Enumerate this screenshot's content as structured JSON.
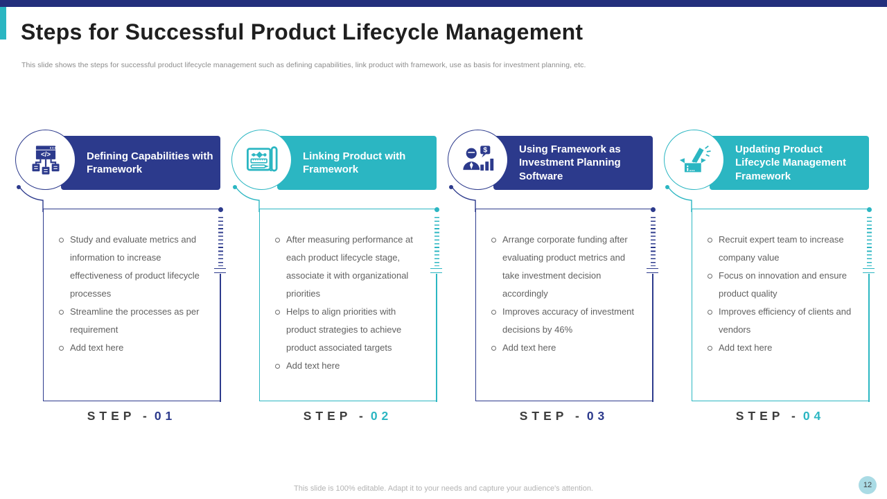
{
  "slide": {
    "title": "Steps for Successful Product Lifecycle Management",
    "subtitle": "This slide shows the steps for successful product lifecycle management such as defining capabilities, link product with framework, use as basis for investment planning, etc.",
    "footer": "This slide is 100% editable. Adapt it to your needs and capture your audience's attention.",
    "page_number": "12"
  },
  "colors": {
    "top_bar": "#232f7c",
    "navy": "#2c3a8c",
    "teal": "#2bb6c2",
    "title_text": "#1f1f1f",
    "body_text": "#616161",
    "muted_text": "#8a8a8a",
    "step_text": "#3d3d3d",
    "footer_text": "#b3b3b3",
    "badge_bg": "#aadbe5"
  },
  "columns": [
    {
      "title": "Defining Capabilities with Framework",
      "icon": "sitemap-code-icon",
      "accent_color": "#2c3a8c",
      "bullets": [
        "Study and evaluate metrics and information to increase effectiveness of product lifecycle processes",
        "Streamline the processes as per requirement",
        "Add text here"
      ],
      "step_label": "STEP -",
      "step_number": "01"
    },
    {
      "title": "Linking Product with Framework",
      "icon": "blueprint-ruler-icon",
      "accent_color": "#2bb6c2",
      "bullets": [
        "After measuring performance at each product lifecycle stage, associate it with organizational priorities",
        "Helps to align priorities with product strategies to achieve product associated targets",
        "Add text here"
      ],
      "step_label": "STEP -",
      "step_number": "02"
    },
    {
      "title": "Using Framework as Investment Planning Software",
      "icon": "investment-analyst-icon",
      "accent_color": "#2c3a8c",
      "bullets": [
        "Arrange corporate funding after evaluating product metrics and take investment decision accordingly",
        "Improves accuracy of investment decisions by 46%",
        "Add text here"
      ],
      "step_label": "STEP -",
      "step_number": "03"
    },
    {
      "title": "Updating Product Lifecycle Management Framework",
      "icon": "launch-megaphone-icon",
      "accent_color": "#2bb6c2",
      "bullets": [
        "Recruit expert team to increase company value",
        "Focus on innovation and ensure product quality",
        "Improves efficiency of clients and vendors",
        "Add text here"
      ],
      "step_label": "STEP -",
      "step_number": "04"
    }
  ]
}
